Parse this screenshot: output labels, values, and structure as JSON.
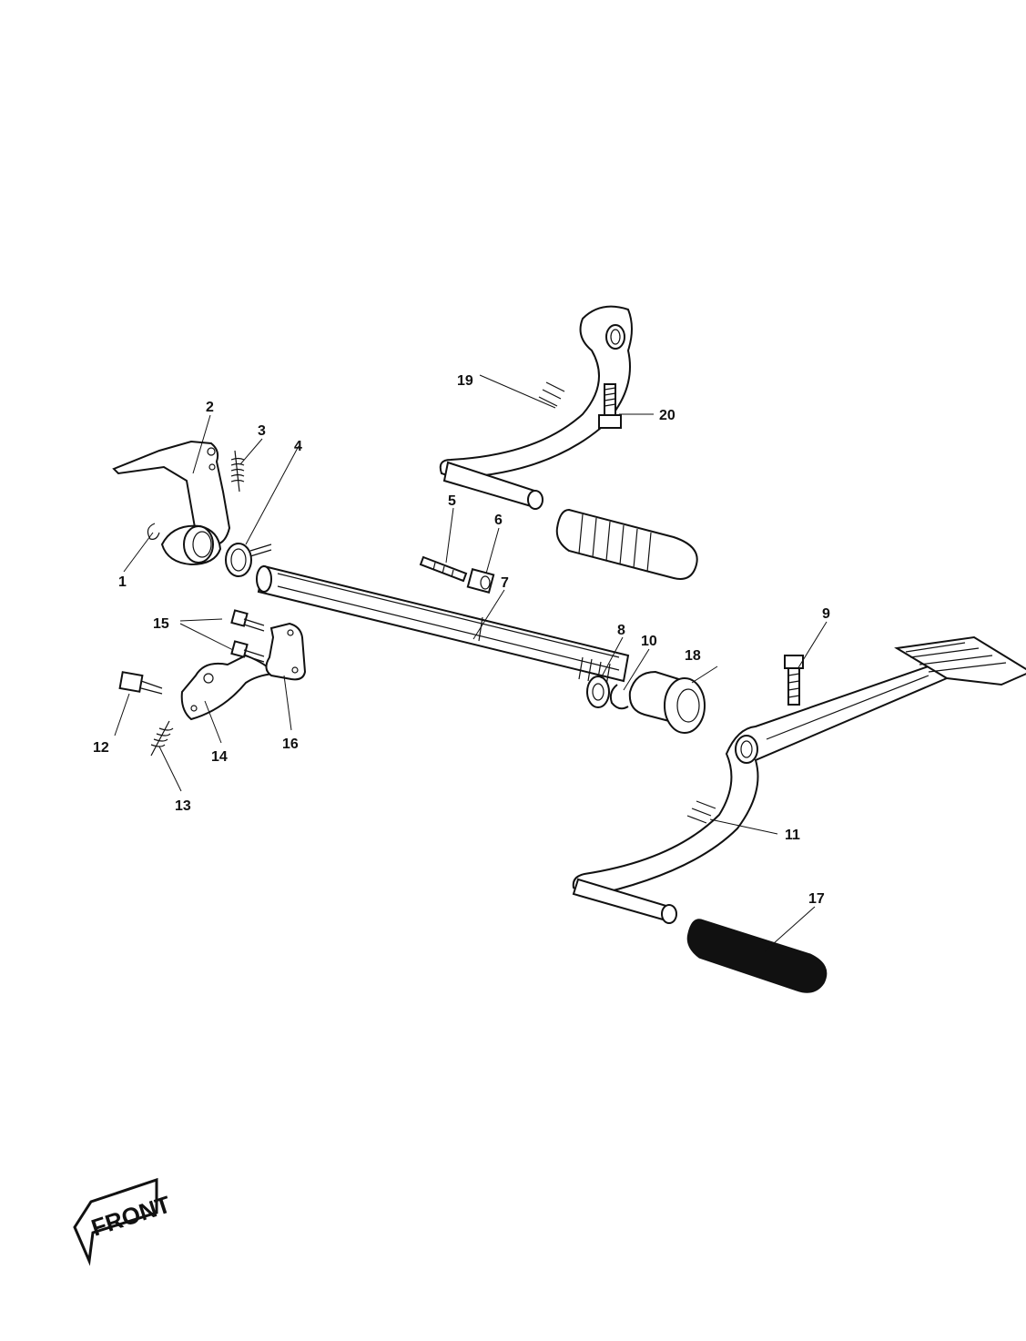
{
  "callouts": {
    "c1": "1",
    "c2": "2",
    "c3": "3",
    "c4": "4",
    "c5": "5",
    "c6": "6",
    "c7": "7",
    "c8": "8",
    "c9": "9",
    "c10": "10",
    "c11": "11",
    "c12": "12",
    "c13": "13",
    "c14": "14",
    "c15": "15",
    "c16": "16",
    "c17": "17",
    "c18": "18",
    "c19": "19",
    "c20": "20"
  },
  "front_label": "FRONT"
}
